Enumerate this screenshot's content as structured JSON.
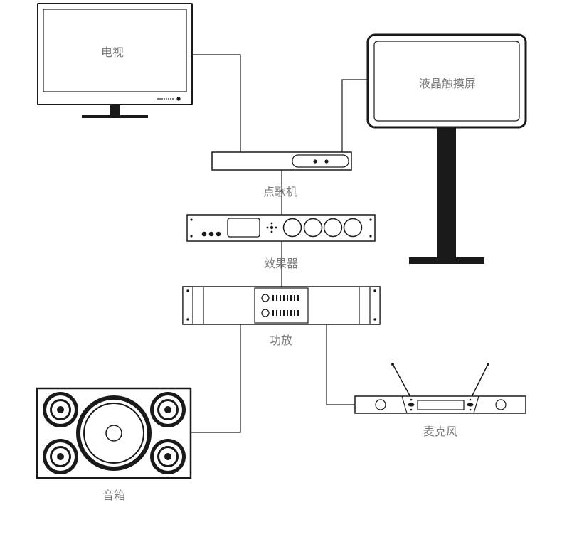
{
  "labels": {
    "tv": "电视",
    "touchscreen": "液晶触摸屏",
    "karaoke_player": "点歌机",
    "effects_processor": "效果器",
    "amplifier": "功放",
    "speakers": "音箱",
    "microphone": "麦克风"
  },
  "colors": {
    "stroke": "#1a1a1a",
    "label": "#7a7a7a",
    "fill": "#ffffff"
  }
}
